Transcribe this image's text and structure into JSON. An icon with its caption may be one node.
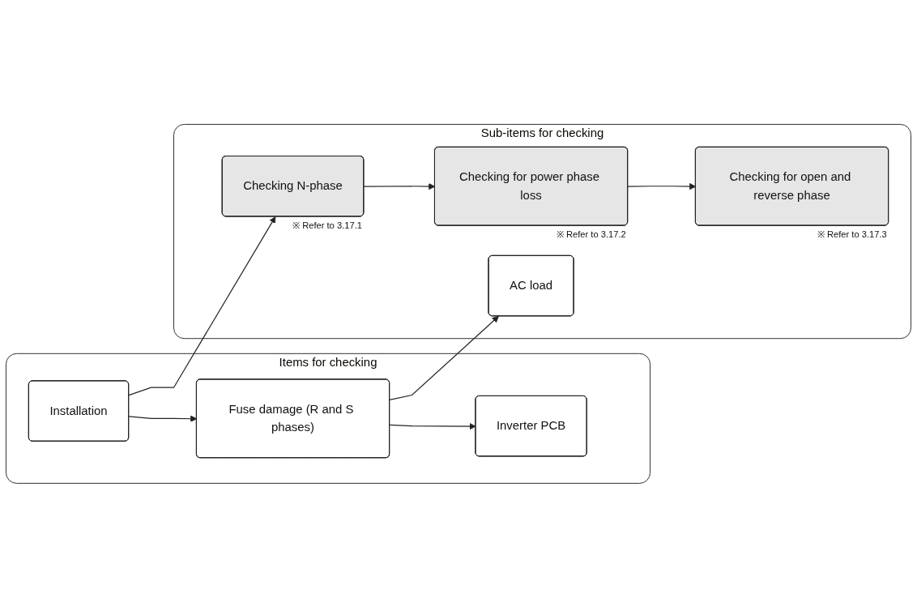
{
  "diagram": {
    "nodes": [
      {
        "text": [
          "Items for checking"
        ]
      },
      {
        "text": [
          "Installation"
        ],
        "in": 0
      },
      {
        "text": [
          "Fuse damage (R and S phases)"
        ],
        "in": 0
      },
      {
        "text": [
          "Inverter PCB"
        ],
        "in": 0
      },
      {
        "text": [
          "Sub-items for checking"
        ]
      },
      {
        "text": [
          "Checking N-phase"
        ],
        "beside": [
          "※ Refer to 3.17.1"
        ],
        "in": 4
      },
      {
        "text": [
          "Checking for power phase loss"
        ],
        "beside": [
          "※ Refer to 3.17.2"
        ],
        "in": 4
      },
      {
        "text": [
          "Checking for open and reverse phase"
        ],
        "beside": [
          "※ Refer to 3.17.3"
        ],
        "in": 4
      },
      {
        "text": [
          "AC load"
        ],
        "in": 4
      }
    ],
    "edges": [
      {
        "from": 1,
        "to": 5,
        "arrow": "to"
      },
      {
        "from": 5,
        "to": 6,
        "arrow": "to"
      },
      {
        "from": 6,
        "to": 7,
        "arrow": "to"
      },
      {
        "from": 1,
        "to": 2,
        "arrow": "to"
      },
      {
        "from": 2,
        "to": 8,
        "arrow": "to"
      },
      {
        "from": 2,
        "to": 3,
        "arrow": "to"
      }
    ]
  }
}
